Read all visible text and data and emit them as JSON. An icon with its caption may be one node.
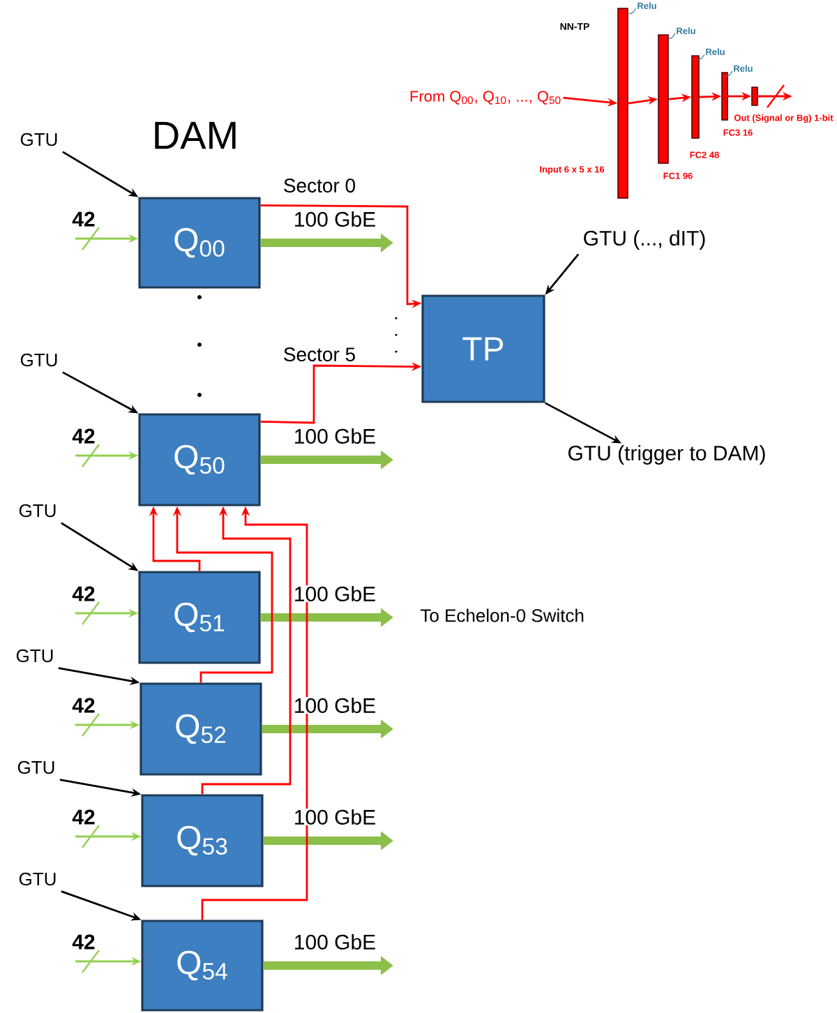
{
  "diagram": {
    "nodes": [
      {
        "text": [
          "Q$_{00}$"
        ]
      },
      {
        "text": [
          "Q$_{50}$"
        ]
      },
      {
        "text": [
          "Q$_{51}$"
        ]
      },
      {
        "text": [
          "Q$_{52}$"
        ]
      },
      {
        "text": [
          "Q$_{53}$"
        ]
      },
      {
        "text": [
          "Q$_{54}$"
        ]
      },
      {
        "text": [
          "TP"
        ]
      },
      {
        "text": [
          "GTU"
        ]
      },
      {
        "text": [
          "GTU"
        ]
      },
      {
        "text": [
          "GTU"
        ]
      },
      {
        "text": [
          "GTU"
        ]
      },
      {
        "text": [
          "GTU"
        ]
      },
      {
        "text": [
          "GTU"
        ]
      },
      {
        "text": [
          "GTU (..., dIT)"
        ]
      },
      {
        "text": [
          "GTU (trigger to DAM)"
        ]
      },
      {
        "text": [
          "From Q$_{00}$, Q$_{10}$, ..., Q$_{50}$"
        ]
      },
      {
        "text": [],
        "shape": "bar",
        "beside": [
          "Input 6 x 5 x 16",
          "Relu"
        ]
      },
      {
        "text": [],
        "shape": "bar",
        "beside": [
          "FC1 96",
          "Relu"
        ]
      },
      {
        "text": [],
        "shape": "bar",
        "beside": [
          "FC2 48",
          "Relu"
        ]
      },
      {
        "text": [],
        "shape": "bar",
        "beside": [
          "FC3 16",
          "Relu"
        ]
      },
      {
        "text": [],
        "shape": "bar",
        "beside": [
          "Out (Signal or Bg) 1-bit"
        ]
      }
    ],
    "edges": [
      {
        "from": null,
        "to": 0,
        "arrow": "to",
        "label": "42",
        "color": "#92d050"
      },
      {
        "from": null,
        "to": 1,
        "arrow": "to",
        "label": "42",
        "color": "#92d050"
      },
      {
        "from": null,
        "to": 2,
        "arrow": "to",
        "label": "42",
        "color": "#92d050"
      },
      {
        "from": null,
        "to": 3,
        "arrow": "to",
        "label": "42",
        "color": "#92d050"
      },
      {
        "from": null,
        "to": 4,
        "arrow": "to",
        "label": "42",
        "color": "#92d050"
      },
      {
        "from": null,
        "to": 5,
        "arrow": "to",
        "label": "42",
        "color": "#92d050"
      },
      {
        "from": 7,
        "to": 0,
        "arrow": "to",
        "color": "#000000"
      },
      {
        "from": 8,
        "to": 1,
        "arrow": "to",
        "color": "#000000"
      },
      {
        "from": 9,
        "to": 2,
        "arrow": "to",
        "color": "#000000"
      },
      {
        "from": 10,
        "to": 3,
        "arrow": "to",
        "color": "#000000"
      },
      {
        "from": 11,
        "to": 4,
        "arrow": "to",
        "color": "#000000"
      },
      {
        "from": 12,
        "to": 5,
        "arrow": "to",
        "color": "#000000"
      },
      {
        "from": 0,
        "to": null,
        "arrow": "to",
        "label": "100 GbE",
        "style": "thick",
        "color": "#8cbf4a"
      },
      {
        "from": 1,
        "to": null,
        "arrow": "to",
        "label": "100 GbE",
        "style": "thick",
        "color": "#8cbf4a"
      },
      {
        "from": 2,
        "to": null,
        "arrow": "to",
        "label": "100 GbE",
        "style": "thick",
        "color": "#8cbf4a"
      },
      {
        "from": 3,
        "to": null,
        "arrow": "to",
        "label": "100 GbE",
        "style": "thick",
        "color": "#8cbf4a"
      },
      {
        "from": 4,
        "to": null,
        "arrow": "to",
        "label": "100 GbE",
        "style": "thick",
        "color": "#8cbf4a"
      },
      {
        "from": 5,
        "to": null,
        "arrow": "to",
        "label": "100 GbE",
        "style": "thick",
        "color": "#8cbf4a"
      },
      {
        "from": 0,
        "to": 6,
        "arrow": "to",
        "label": "Sector 0"
      },
      {
        "from": 1,
        "to": 6,
        "arrow": "to",
        "label": "Sector 5"
      },
      {
        "from": 2,
        "to": 1,
        "arrow": "to"
      },
      {
        "from": 3,
        "to": 1,
        "arrow": "to"
      },
      {
        "from": 4,
        "to": 1,
        "arrow": "to"
      },
      {
        "from": 5,
        "to": 1,
        "arrow": "to"
      },
      {
        "from": 13,
        "to": 6,
        "arrow": "to",
        "color": "#000000"
      },
      {
        "from": 6,
        "to": 14,
        "arrow": "to",
        "color": "#000000"
      },
      {
        "from": 15,
        "to": 16,
        "arrow": "to"
      },
      {
        "from": 16,
        "to": 17,
        "arrow": "to"
      },
      {
        "from": 17,
        "to": 18,
        "arrow": "to"
      },
      {
        "from": 18,
        "to": 19,
        "arrow": "to"
      },
      {
        "from": 19,
        "to": 20,
        "arrow": "to"
      },
      {
        "from": 20,
        "to": null,
        "arrow": "to"
      }
    ],
    "labels": [
      "DAM",
      "NN-TP",
      "To Echelon-0 Switch"
    ]
  }
}
